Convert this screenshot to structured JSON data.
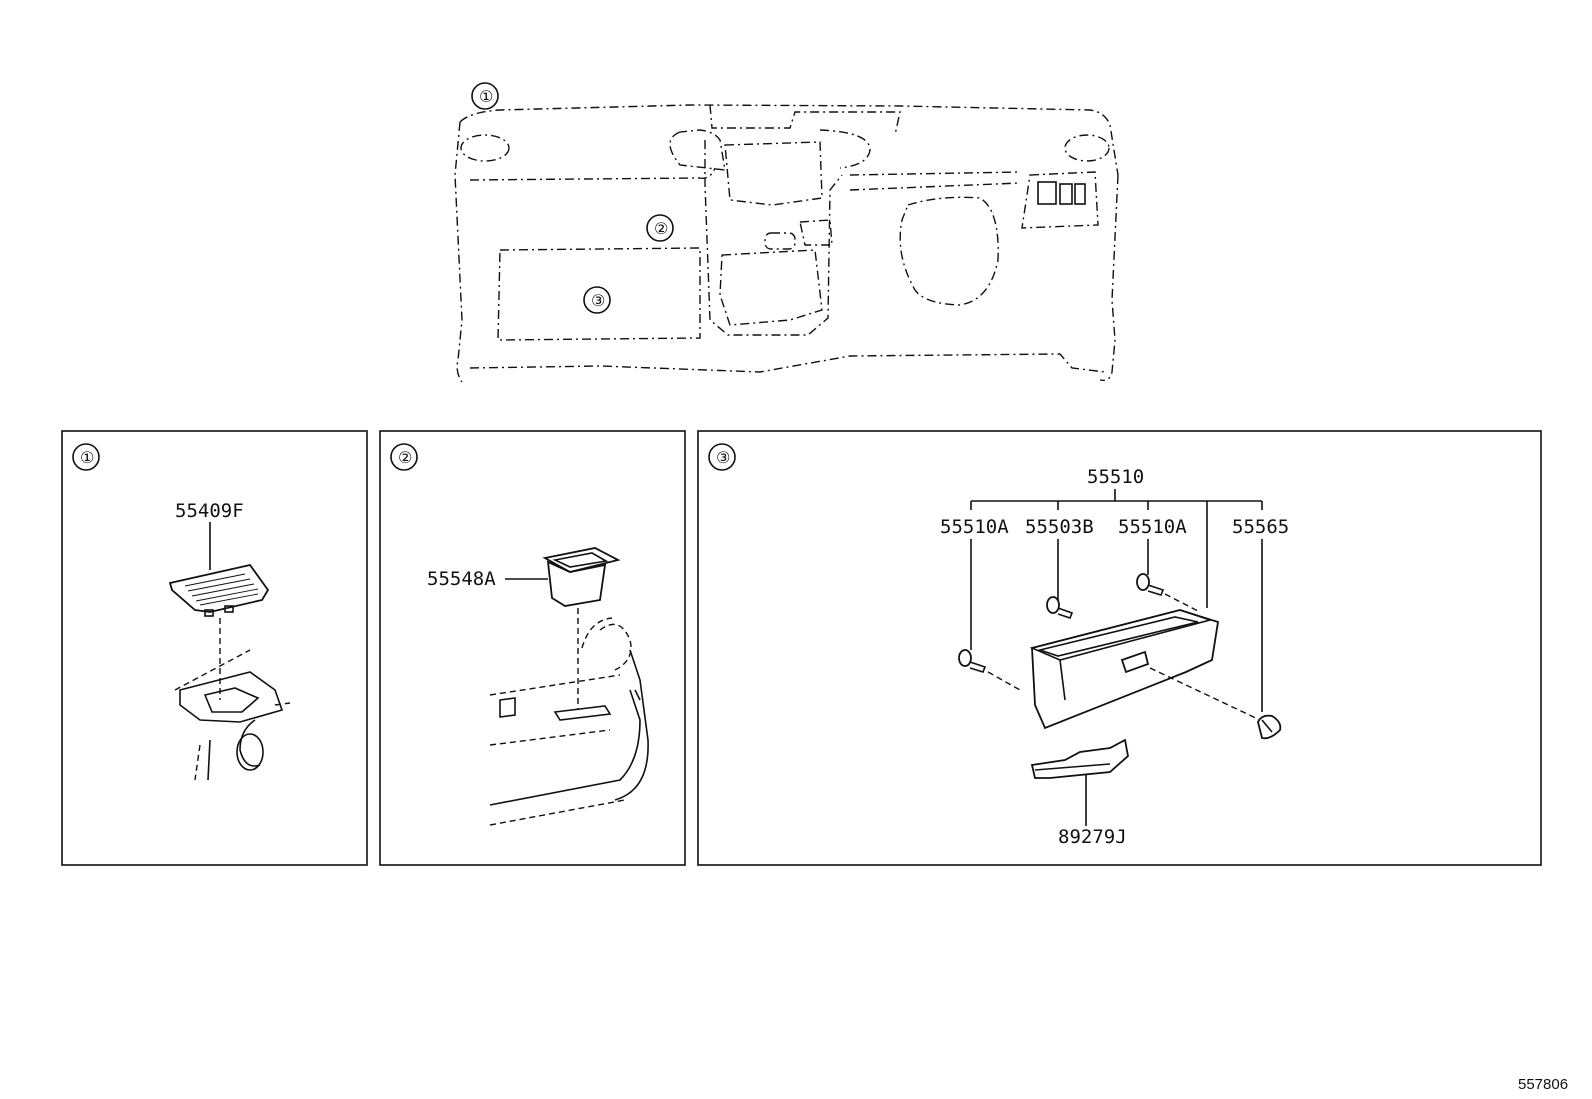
{
  "overview": {
    "callouts": [
      "①",
      "②",
      "③"
    ]
  },
  "panels": [
    {
      "id": "1",
      "marker": "①",
      "parts": [
        "55409F"
      ]
    },
    {
      "id": "2",
      "marker": "②",
      "parts": [
        "55548A"
      ]
    },
    {
      "id": "3",
      "marker": "③",
      "assembly": "55510",
      "parts": [
        "55510A",
        "55503B",
        "55510A",
        "55565",
        "89279J"
      ]
    }
  ],
  "illustration_ref": "557806"
}
